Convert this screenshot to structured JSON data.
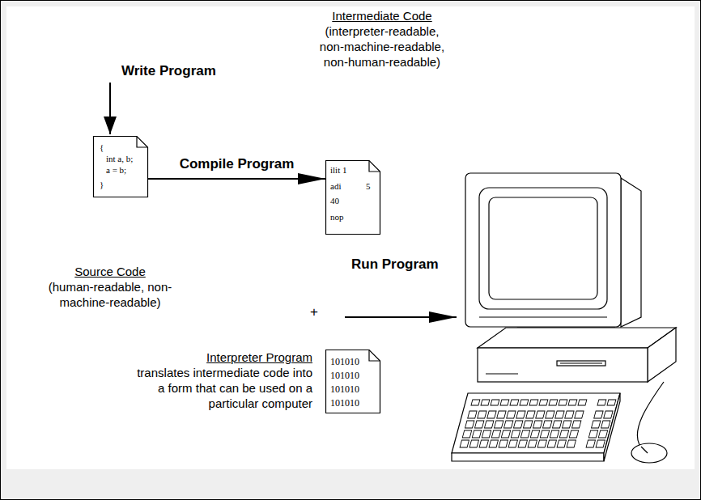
{
  "diagram": {
    "nodes": [
      {
        "text": [
          "{",
          "int a, b;",
          "a = b;",
          "}",
          "Source Code",
          "(human-readable, non-machine-readable)"
        ]
      },
      {
        "text": [
          "Intermediate Code",
          "(interpreter-readable, non-machine-readable, non-human-readable)",
          "ilit 1",
          "adi",
          "5",
          "40",
          "nop"
        ]
      },
      {
        "text": [
          "Interpreter Program",
          "translates intermediate code into a form that can be used on a particular computer",
          "101010",
          "101010",
          "101010",
          "101010"
        ]
      }
    ],
    "edges": [
      {
        "from": 0,
        "to": 1,
        "label": "Compile Program",
        "arrow": "to"
      }
    ],
    "labels": [
      "Write Program",
      "Run Program",
      "+"
    ]
  }
}
